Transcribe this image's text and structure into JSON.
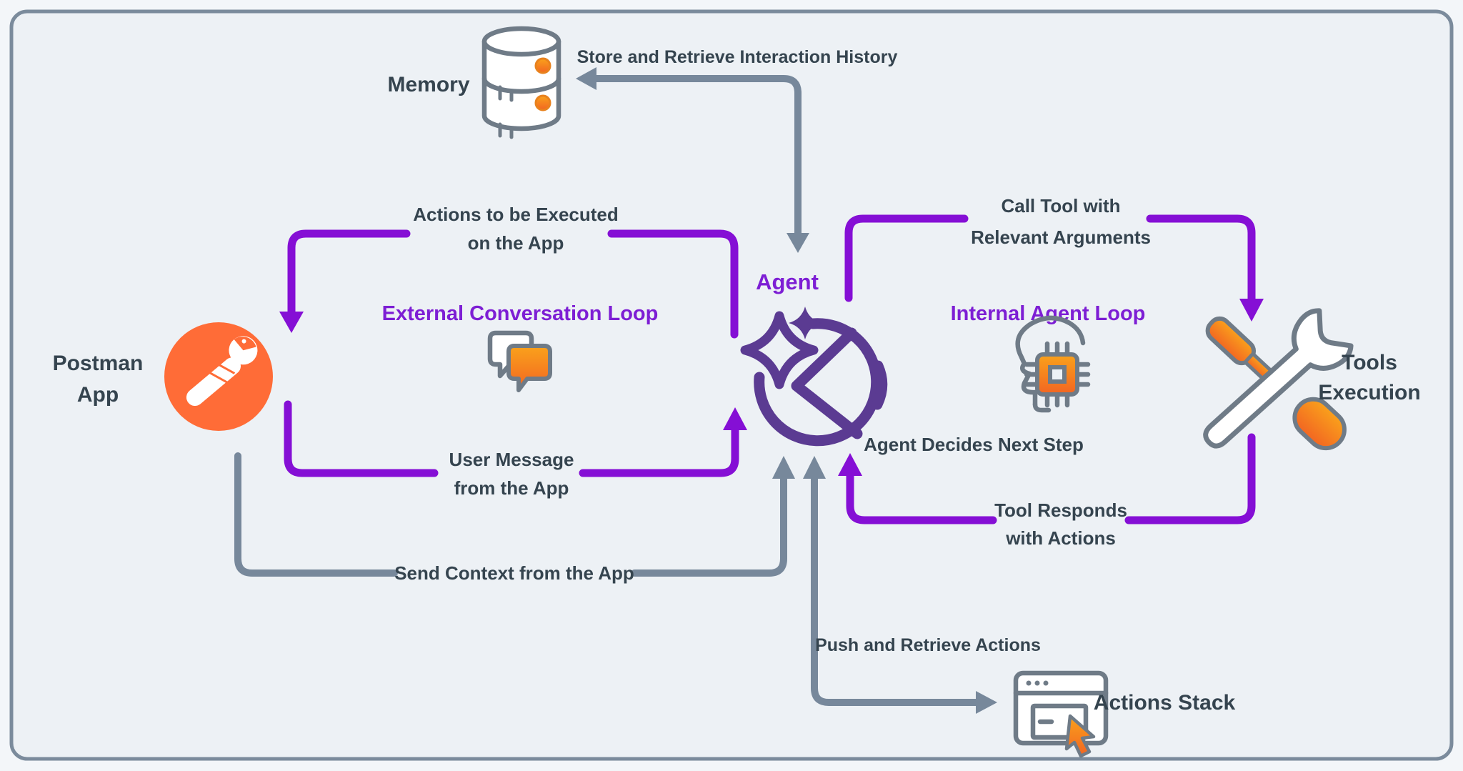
{
  "colors": {
    "bg_outer": "#f3f6f9",
    "bg_inner": "#edf1f5",
    "frame_border": "#7b8b9c",
    "arrow_purple": "#850fd5",
    "arrow_gray": "#77889b",
    "label_purple": "#7d1ed4",
    "text_dark": "#35444f",
    "agent_purple": "#5b3b92",
    "postman_orange": "#ff6c37",
    "icon_gray": "#6f7b87",
    "orange_light": "#faa21b",
    "orange_deep": "#f26522"
  },
  "nodes": {
    "memory": {
      "label": "Memory"
    },
    "postman_app": {
      "label_line1": "Postman",
      "label_line2": "App"
    },
    "agent": {
      "label": "Agent"
    },
    "tools_execution": {
      "label_line1": "Tools",
      "label_line2": "Execution"
    },
    "actions_stack": {
      "label": "Actions Stack"
    }
  },
  "loops": {
    "external": {
      "label": "External Conversation Loop"
    },
    "internal": {
      "label": "Internal Agent Loop"
    }
  },
  "edges": {
    "store_retrieve": {
      "label": "Store and Retrieve Interaction History"
    },
    "actions_executed": {
      "label_line1": "Actions to be Executed",
      "label_line2": "on the App"
    },
    "user_message": {
      "label_line1": "User Message",
      "label_line2": "from the App"
    },
    "send_context": {
      "label": "Send Context from the App"
    },
    "call_tool": {
      "label_line1": "Call Tool with",
      "label_line2": "Relevant Arguments"
    },
    "tool_responds": {
      "label_line1": "Tool Responds",
      "label_line2": "with Actions"
    },
    "push_retrieve": {
      "label": "Push and Retrieve Actions"
    },
    "agent_decides": {
      "label": "Agent Decides Next Step"
    }
  }
}
